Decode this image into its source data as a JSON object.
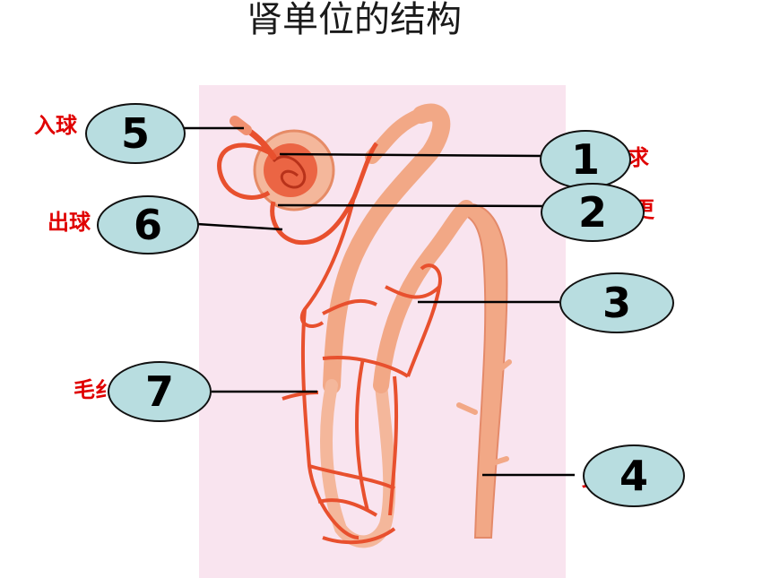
{
  "title": "肾单位的结构",
  "labels": [
    {
      "id": "5",
      "partial_text": "入球"
    },
    {
      "id": "6",
      "partial_text": "出球"
    },
    {
      "id": "7",
      "partial_text": "毛纟"
    },
    {
      "id": "1",
      "partial_text": "求"
    },
    {
      "id": "2",
      "partial_text": "更"
    },
    {
      "id": "3",
      "partial_text": ""
    },
    {
      "id": "4",
      "partial_text": "乡"
    }
  ],
  "colors": {
    "panel": "#f9e4ef",
    "vessel": "#e8502e",
    "tubule": "#f0a384",
    "bubble_fill": "#b8dde0",
    "label_red": "#e00000"
  }
}
